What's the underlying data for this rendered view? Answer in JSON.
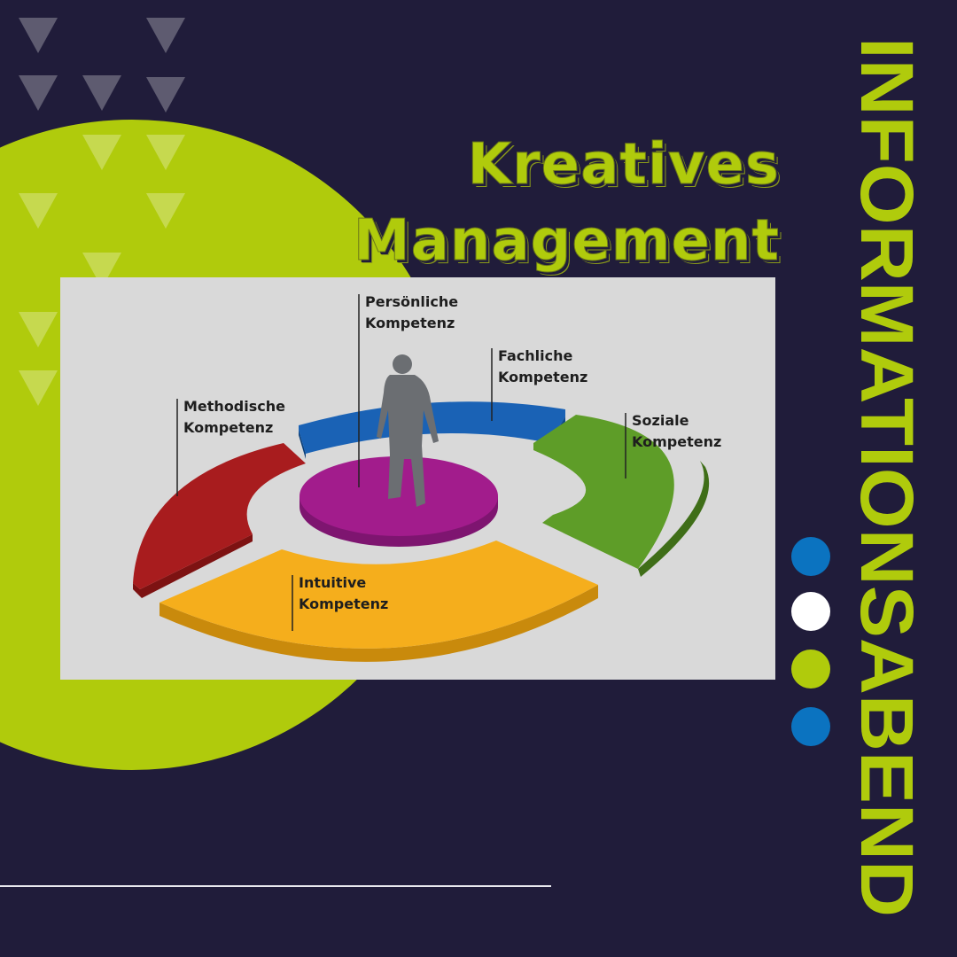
{
  "title": {
    "line1": "Kreatives",
    "line2": "Management"
  },
  "side_title": "INFORMATIONSABEND",
  "diagram": {
    "labels": {
      "persoenliche": {
        "l1": "Persönliche",
        "l2": "Kompetenz"
      },
      "fachliche": {
        "l1": "Fachliche",
        "l2": "Kompetenz"
      },
      "methodische": {
        "l1": "Methodische",
        "l2": "Kompetenz"
      },
      "soziale": {
        "l1": "Soziale",
        "l2": "Kompetenz"
      },
      "intuitive": {
        "l1": "Intuitive",
        "l2": "Kompetenz"
      }
    }
  },
  "colors": {
    "background": "#201c3a",
    "accent": "#b0cb0c",
    "blue": "#0b73c0",
    "white": "#ffffff"
  }
}
